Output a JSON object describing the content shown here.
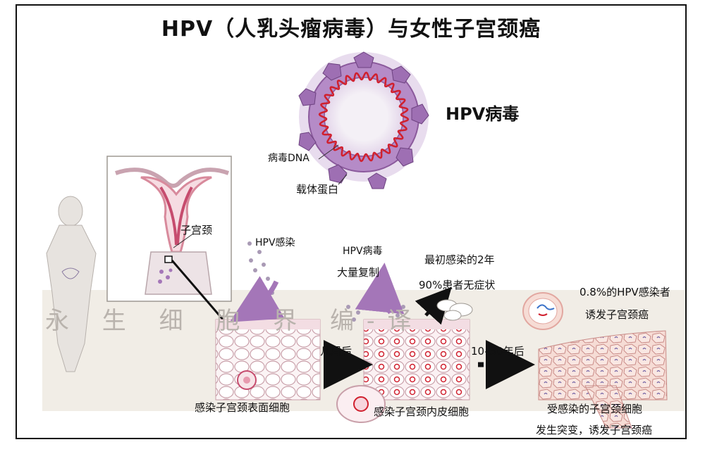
{
  "title": "HPV（人乳头瘤病毒）与女性子宫颈癌",
  "watermark": "永 生 细 胞 界  编-译",
  "virus": {
    "name": "HPV病毒",
    "dna_label": "病毒DNA",
    "capsid_label": "载体蛋白"
  },
  "anatomy": {
    "cervix_label": "子宫颈"
  },
  "stages": {
    "infection_label": "HPV感染",
    "replication_line1": "HPV病毒",
    "replication_line2": "大量复制",
    "asymptomatic_line1": "最初感染的2年",
    "asymptomatic_line2": "90%患者无症状",
    "cancer_line1": "0.8%的HPV感染者",
    "cancer_line2": "诱发子宫颈癌",
    "arrow1_label": "几周后",
    "arrow2_label": "10–30年后",
    "caption1": "感染子宫颈表面细胞",
    "caption2": "感染子宫颈内皮细胞",
    "caption3_line1": "受感染的子宫颈细胞",
    "caption3_line2": "发生突变，诱发子宫颈癌"
  },
  "colors": {
    "virus_purple": "#8b5a9c",
    "dna_red": "#d0202e",
    "tissue_pink": "#e8a7b4",
    "band": "#f1ede6",
    "arrow_purple": "#a476b8"
  }
}
